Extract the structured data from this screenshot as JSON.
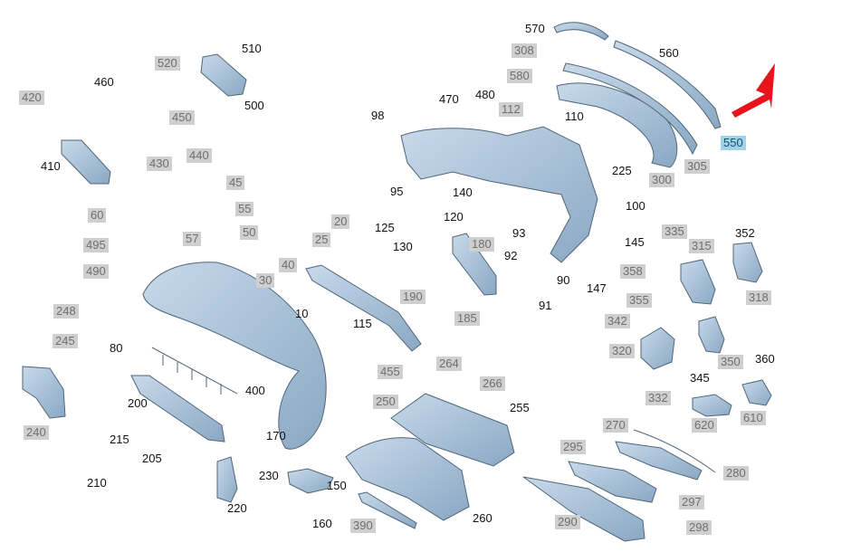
{
  "diagram": {
    "accent_color": "#e8141b",
    "part_fill": "#a9c3dd",
    "part_stroke": "#4f6678",
    "highlight_label_color": "#9fd3ea",
    "labels": [
      {
        "id": "570",
        "style": "plain"
      },
      {
        "id": "560",
        "style": "plain"
      },
      {
        "id": "308",
        "style": "boxed"
      },
      {
        "id": "580",
        "style": "boxed"
      },
      {
        "id": "112",
        "style": "boxed"
      },
      {
        "id": "110",
        "style": "plain"
      },
      {
        "id": "470",
        "style": "plain"
      },
      {
        "id": "480",
        "style": "plain"
      },
      {
        "id": "98",
        "style": "plain"
      },
      {
        "id": "305",
        "style": "boxed"
      },
      {
        "id": "550",
        "style": "highlight"
      },
      {
        "id": "300",
        "style": "boxed"
      },
      {
        "id": "225",
        "style": "plain"
      },
      {
        "id": "100",
        "style": "plain"
      },
      {
        "id": "95",
        "style": "plain"
      },
      {
        "id": "140",
        "style": "plain"
      },
      {
        "id": "125",
        "style": "plain"
      },
      {
        "id": "120",
        "style": "plain"
      },
      {
        "id": "130",
        "style": "plain"
      },
      {
        "id": "180",
        "style": "boxed"
      },
      {
        "id": "93",
        "style": "plain"
      },
      {
        "id": "92",
        "style": "plain"
      },
      {
        "id": "90",
        "style": "plain"
      },
      {
        "id": "145",
        "style": "plain"
      },
      {
        "id": "147",
        "style": "plain"
      },
      {
        "id": "190",
        "style": "boxed"
      },
      {
        "id": "185",
        "style": "boxed"
      },
      {
        "id": "91",
        "style": "plain"
      },
      {
        "id": "335",
        "style": "boxed"
      },
      {
        "id": "352",
        "style": "plain"
      },
      {
        "id": "315",
        "style": "boxed"
      },
      {
        "id": "358",
        "style": "boxed"
      },
      {
        "id": "318",
        "style": "boxed"
      },
      {
        "id": "355",
        "style": "boxed"
      },
      {
        "id": "342",
        "style": "boxed"
      },
      {
        "id": "320",
        "style": "boxed"
      },
      {
        "id": "350",
        "style": "boxed"
      },
      {
        "id": "345",
        "style": "plain"
      },
      {
        "id": "360",
        "style": "plain"
      },
      {
        "id": "332",
        "style": "boxed"
      },
      {
        "id": "620",
        "style": "boxed"
      },
      {
        "id": "610",
        "style": "boxed"
      },
      {
        "id": "510",
        "style": "plain"
      },
      {
        "id": "520",
        "style": "boxed"
      },
      {
        "id": "500",
        "style": "plain"
      },
      {
        "id": "460",
        "style": "plain"
      },
      {
        "id": "420",
        "style": "boxed"
      },
      {
        "id": "450",
        "style": "boxed"
      },
      {
        "id": "440",
        "style": "boxed"
      },
      {
        "id": "430",
        "style": "boxed"
      },
      {
        "id": "410",
        "style": "plain"
      },
      {
        "id": "45",
        "style": "boxed"
      },
      {
        "id": "55",
        "style": "boxed"
      },
      {
        "id": "50",
        "style": "boxed"
      },
      {
        "id": "57",
        "style": "boxed"
      },
      {
        "id": "60",
        "style": "boxed"
      },
      {
        "id": "495",
        "style": "boxed"
      },
      {
        "id": "490",
        "style": "boxed"
      },
      {
        "id": "20",
        "style": "boxed"
      },
      {
        "id": "25",
        "style": "boxed"
      },
      {
        "id": "40",
        "style": "boxed"
      },
      {
        "id": "30",
        "style": "boxed"
      },
      {
        "id": "10",
        "style": "plain"
      },
      {
        "id": "115",
        "style": "plain"
      },
      {
        "id": "248",
        "style": "boxed"
      },
      {
        "id": "245",
        "style": "boxed"
      },
      {
        "id": "80",
        "style": "plain"
      },
      {
        "id": "400",
        "style": "plain"
      },
      {
        "id": "240",
        "style": "boxed"
      },
      {
        "id": "200",
        "style": "plain"
      },
      {
        "id": "215",
        "style": "plain"
      },
      {
        "id": "205",
        "style": "plain"
      },
      {
        "id": "210",
        "style": "plain"
      },
      {
        "id": "220",
        "style": "plain"
      },
      {
        "id": "170",
        "style": "plain"
      },
      {
        "id": "455",
        "style": "boxed"
      },
      {
        "id": "264",
        "style": "boxed"
      },
      {
        "id": "266",
        "style": "boxed"
      },
      {
        "id": "250",
        "style": "boxed"
      },
      {
        "id": "255",
        "style": "plain"
      },
      {
        "id": "230",
        "style": "plain"
      },
      {
        "id": "150",
        "style": "plain"
      },
      {
        "id": "160",
        "style": "plain"
      },
      {
        "id": "390",
        "style": "boxed"
      },
      {
        "id": "260",
        "style": "plain"
      },
      {
        "id": "270",
        "style": "boxed"
      },
      {
        "id": "280",
        "style": "boxed"
      },
      {
        "id": "295",
        "style": "boxed"
      },
      {
        "id": "297",
        "style": "boxed"
      },
      {
        "id": "290",
        "style": "boxed"
      },
      {
        "id": "298",
        "style": "boxed"
      }
    ]
  }
}
